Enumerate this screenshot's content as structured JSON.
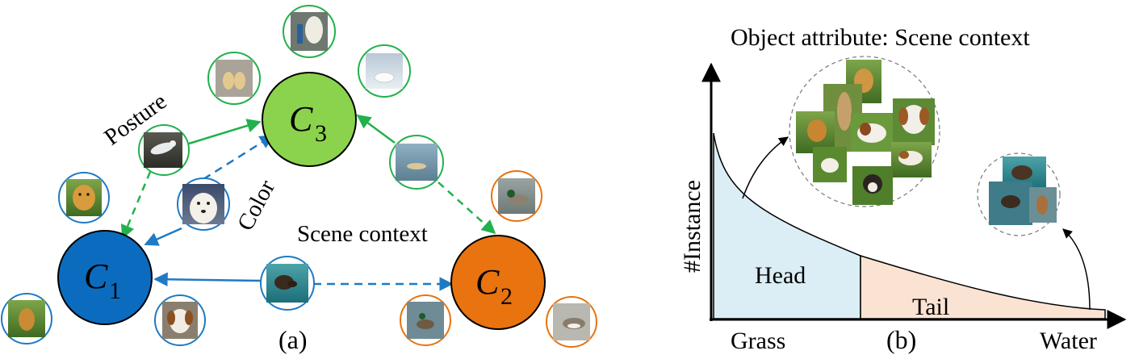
{
  "panel_a": {
    "label": "(a)",
    "nodes": {
      "c1": {
        "letter": "C",
        "sub": "1",
        "color": "#0b6cbf"
      },
      "c2": {
        "letter": "C",
        "sub": "2",
        "color": "#e8730f"
      },
      "c3": {
        "letter": "C",
        "sub": "3",
        "color": "#8bd34c"
      }
    },
    "edge_labels": {
      "posture": "Posture",
      "color": "Color",
      "scene_context": "Scene context"
    },
    "colors": {
      "blue": "#1f7ac4",
      "green": "#22b14c",
      "orange": "#e8730f"
    },
    "thumbnails": [
      {
        "name": "posture-fox-thumbnail",
        "ring": "green"
      },
      {
        "name": "color-white-dog-thumbnail",
        "ring": "blue"
      },
      {
        "name": "swimming-dog-thumbnail",
        "ring": "blue"
      },
      {
        "name": "swimming-bear-thumbnail",
        "ring": "green"
      },
      {
        "name": "golden-retriever-thumbnail",
        "ring": "blue"
      },
      {
        "name": "sitting-dog-thumbnail",
        "ring": "blue"
      },
      {
        "name": "spaniel-thumbnail",
        "ring": "blue"
      },
      {
        "name": "polar-bear-standing-thumbnail",
        "ring": "green"
      },
      {
        "name": "polar-bear-pair-thumbnail",
        "ring": "green"
      },
      {
        "name": "polar-bear-lying-thumbnail",
        "ring": "green"
      },
      {
        "name": "mallard-thumbnail",
        "ring": "orange"
      },
      {
        "name": "duck-swimming-thumbnail",
        "ring": "orange"
      },
      {
        "name": "duck-standing-thumbnail",
        "ring": "orange"
      }
    ]
  },
  "panel_b": {
    "label": "(b)",
    "title": "Object attribute: Scene context",
    "ylabel": "#Instance",
    "head_label": "Head",
    "tail_label": "Tail",
    "x_left_label": "Grass",
    "x_right_label": "Water",
    "colors": {
      "head_fill": "#dbeef5",
      "tail_fill": "#fbe3d3"
    }
  }
}
